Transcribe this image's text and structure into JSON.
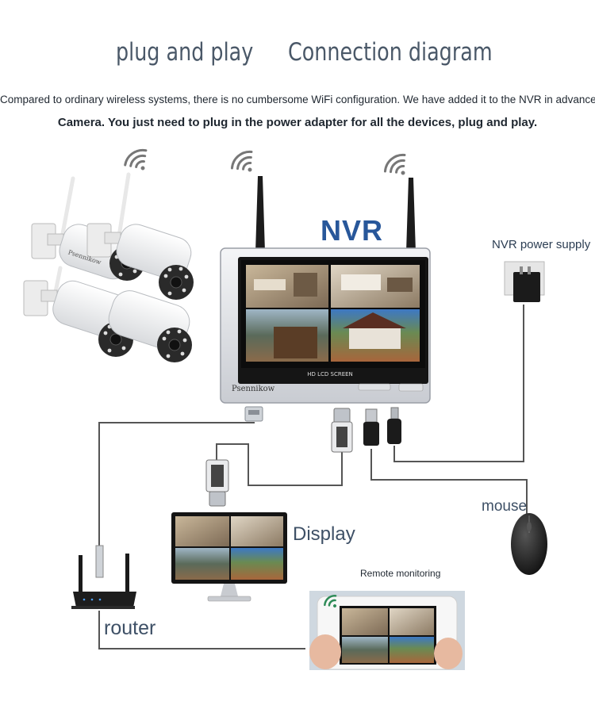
{
  "header": {
    "title_left": "plug and play",
    "title_right": "Connection diagram",
    "line1": "Compared to ordinary wireless systems, there is no cumbersome WiFi configuration. We have added it to the NVR in advance",
    "line2": "Camera. You just need to plug in the power adapter for all the devices, plug and play."
  },
  "labels": {
    "nvr": "NVR",
    "power_supply": "NVR power supply",
    "mouse": "mouse",
    "display": "Display",
    "remote": "Remote monitoring",
    "router": "router"
  },
  "nvr_unit": {
    "brand": "Psennikow",
    "screen_text": "HD LCD SCREEN"
  },
  "camera_brand": "Psennikow",
  "colors": {
    "title": "#4a5868",
    "nvr_label": "#28579a",
    "cable": "#555555",
    "device_body": "#f2f2f2",
    "screen_frame": "#1a1a1a"
  },
  "icons": [
    "wifi-signal-icon",
    "hdmi-plug-icon",
    "usb-plug-icon",
    "dc-plug-icon",
    "ethernet-plug-icon"
  ]
}
